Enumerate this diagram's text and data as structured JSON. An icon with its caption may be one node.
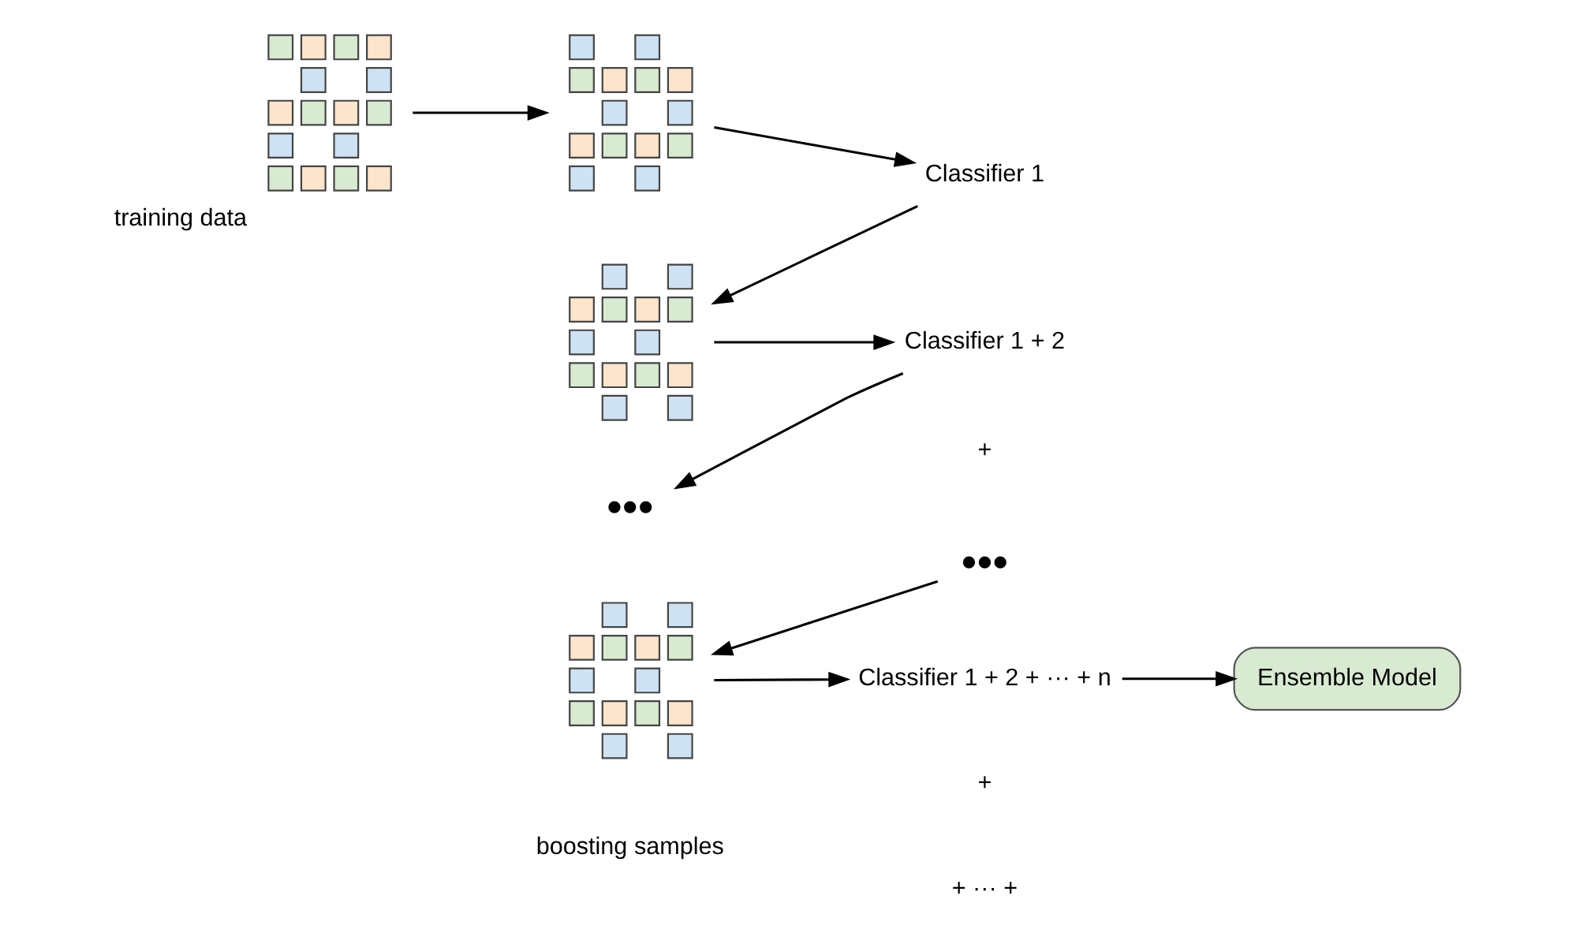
{
  "diagram": {
    "nodes": [
      {
        "text": [],
        "shape": "picture",
        "beside": [
          "training data"
        ]
      },
      {
        "text": [],
        "shape": "picture"
      },
      {
        "text": [
          "Classifier 1"
        ]
      },
      {
        "text": [],
        "shape": "picture"
      },
      {
        "text": [
          "Classifier 1 + 2"
        ]
      },
      {
        "text": [
          "•••"
        ]
      },
      {
        "text": [
          "•••"
        ]
      },
      {
        "text": [],
        "shape": "picture"
      },
      {
        "text": [
          "Classifier 1 + 2 + ··· + n"
        ]
      },
      {
        "text": [
          "Ensemble Model"
        ]
      }
    ],
    "edges": [
      {
        "from": 0,
        "to": 1,
        "arrow": "to"
      },
      {
        "from": 1,
        "to": 2,
        "arrow": "to"
      },
      {
        "from": 2,
        "to": 3,
        "arrow": "to"
      },
      {
        "from": 3,
        "to": 4,
        "arrow": "to"
      },
      {
        "from": 4,
        "to": 5,
        "arrow": "to"
      },
      {
        "from": 6,
        "to": 7,
        "arrow": "to"
      },
      {
        "from": 7,
        "to": 8,
        "arrow": "to"
      },
      {
        "from": 8,
        "to": 9,
        "arrow": "to"
      }
    ],
    "labels": [
      "+",
      "+",
      "+ ··· +",
      "boosting samples"
    ]
  }
}
